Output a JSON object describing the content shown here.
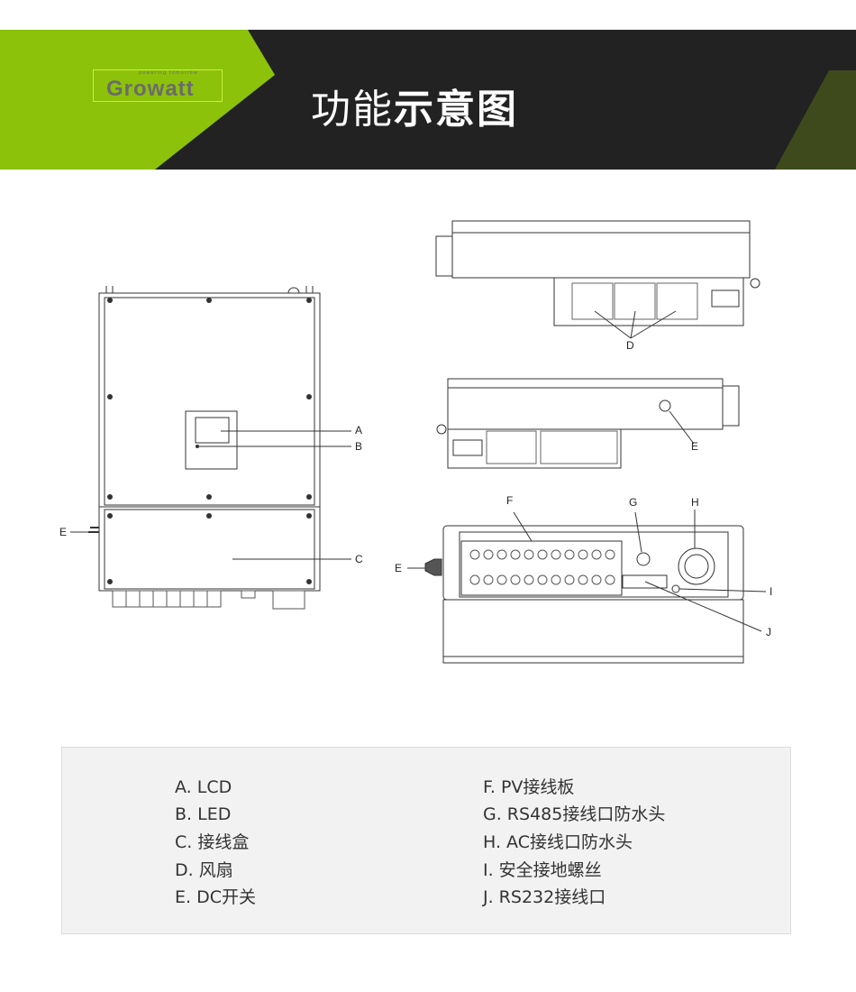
{
  "header": {
    "logo_text": "Growatt",
    "logo_tagline": "powering tomorrow",
    "title_light": "功能",
    "title_bold": "示意图"
  },
  "colors": {
    "brand_green": "#8cc20a",
    "banner_dark": "#222222",
    "legend_bg": "#f2f2f2"
  },
  "diagram_labels": {
    "front": [
      "A",
      "B",
      "C",
      "E"
    ],
    "top": [
      "D"
    ],
    "bottom": [
      "E"
    ],
    "rear": [
      "F",
      "G",
      "H",
      "I",
      "J",
      "E"
    ]
  },
  "legend": {
    "left": [
      "A. LCD",
      "B. LED",
      "C. 接线盒",
      "D. 风扇",
      "E. DC开关"
    ],
    "right": [
      "F. PV接线板",
      "G. RS485接线口防水头",
      "H. AC接线口防水头",
      "I. 安全接地螺丝",
      "J. RS232接线口"
    ]
  }
}
